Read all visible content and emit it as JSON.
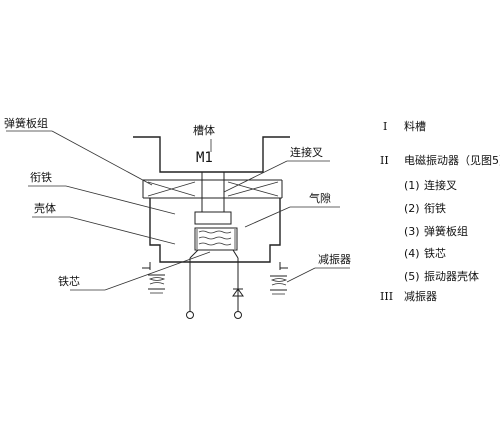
{
  "labels": {
    "trough": "槽体",
    "motor": "M1",
    "spring_plate_group": "弹簧板组",
    "armature": "衔铁",
    "connecting_fork": "连接叉",
    "housing": "壳体",
    "air_gap": "气隙",
    "iron_core": "铁芯",
    "damper": "减振器"
  },
  "legend": [
    {
      "numeral": "I",
      "text": "料槽"
    },
    {
      "numeral": "II",
      "text": "电磁振动器（见图5）"
    },
    {
      "numeral": "(1)",
      "text": "连接叉"
    },
    {
      "numeral": "(2)",
      "text": "衔铁"
    },
    {
      "numeral": "(3)",
      "text": "弹簧板组"
    },
    {
      "numeral": "(4)",
      "text": "铁芯"
    },
    {
      "numeral": "(5)",
      "text": "振动器壳体"
    },
    {
      "numeral": "III",
      "text": "减振器"
    }
  ]
}
